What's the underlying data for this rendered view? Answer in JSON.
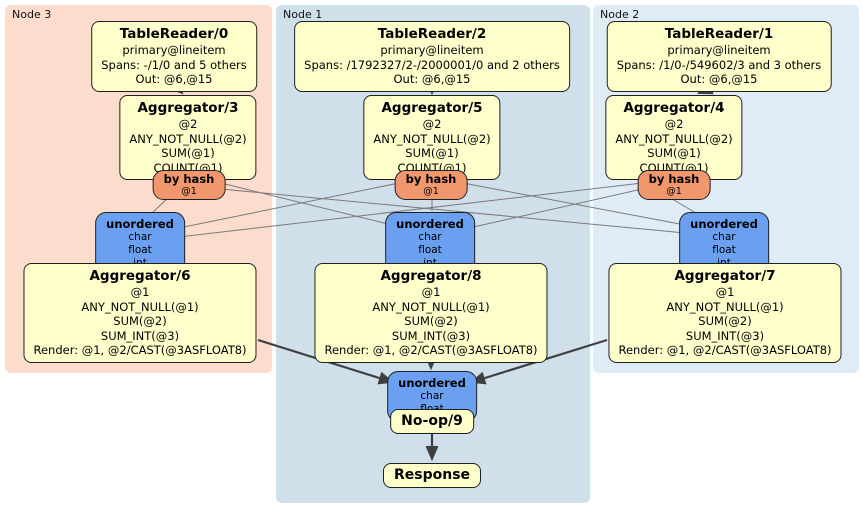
{
  "diagram": {
    "colors": {
      "processor": "#ffffcc",
      "router": "#f0976e",
      "stream": "#6b9ff0",
      "edge_thin": "#7a7a7a",
      "edge_thick": "#3f3f3f"
    },
    "panels": [
      {
        "id": "node3",
        "label": "Node 3",
        "color": "#fbdccd"
      },
      {
        "id": "node1",
        "label": "Node 1",
        "color": "#d0e0eb"
      },
      {
        "id": "node2",
        "label": "Node 2",
        "color": "#dfebf5"
      }
    ],
    "processors": {
      "tr0": {
        "title": "TableReader/0",
        "lines": [
          "primary@lineitem",
          "Spans: -/1/0 and 5 others",
          "Out: @6,@15"
        ]
      },
      "agg3": {
        "title": "Aggregator/3",
        "lines": [
          "@2",
          "ANY_NOT_NULL(@2)",
          "SUM(@1)",
          "COUNT(@1)"
        ]
      },
      "hash3": {
        "title": "by hash",
        "lines": [
          "@1"
        ]
      },
      "unord3": {
        "title": "unordered",
        "lines": [
          "char",
          "float",
          "int"
        ]
      },
      "agg6": {
        "title": "Aggregator/6",
        "lines": [
          "@1",
          "ANY_NOT_NULL(@1)",
          "SUM(@2)",
          "SUM_INT(@3)",
          "Render: @1, @2/CAST(@3ASFLOAT8)"
        ]
      },
      "tr2": {
        "title": "TableReader/2",
        "lines": [
          "primary@lineitem",
          "Spans: /1792327/2-/2000001/0 and 2 others",
          "Out: @6,@15"
        ]
      },
      "agg5": {
        "title": "Aggregator/5",
        "lines": [
          "@2",
          "ANY_NOT_NULL(@2)",
          "SUM(@1)",
          "COUNT(@1)"
        ]
      },
      "hash5": {
        "title": "by hash",
        "lines": [
          "@1"
        ]
      },
      "unord1": {
        "title": "unordered",
        "lines": [
          "char",
          "float",
          "int"
        ]
      },
      "agg8": {
        "title": "Aggregator/8",
        "lines": [
          "@1",
          "ANY_NOT_NULL(@1)",
          "SUM(@2)",
          "SUM_INT(@3)",
          "Render: @1, @2/CAST(@3ASFLOAT8)"
        ]
      },
      "tr1": {
        "title": "TableReader/1",
        "lines": [
          "primary@lineitem",
          "Spans: /1/0-/549602/3 and 3 others",
          "Out: @6,@15"
        ]
      },
      "agg4": {
        "title": "Aggregator/4",
        "lines": [
          "@2",
          "ANY_NOT_NULL(@2)",
          "SUM(@1)",
          "COUNT(@1)"
        ]
      },
      "hash4": {
        "title": "by hash",
        "lines": [
          "@1"
        ]
      },
      "unord2": {
        "title": "unordered",
        "lines": [
          "char",
          "float",
          "int"
        ]
      },
      "agg7": {
        "title": "Aggregator/7",
        "lines": [
          "@1",
          "ANY_NOT_NULL(@1)",
          "SUM(@2)",
          "SUM_INT(@3)",
          "Render: @1, @2/CAST(@3ASFLOAT8)"
        ]
      },
      "unordFinal": {
        "title": "unordered",
        "lines": [
          "char",
          "float"
        ]
      },
      "noop": {
        "title": "No-op/9"
      },
      "response": {
        "title": "Response"
      }
    }
  }
}
